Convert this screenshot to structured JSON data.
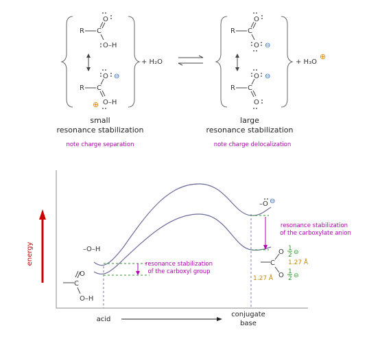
{
  "top": {
    "left_group": {
      "mol1": {
        "r": "R",
        "c": "C",
        "o_top": "O",
        "oh": "O–H"
      },
      "mol2": {
        "r": "R",
        "c": "C",
        "o_top": "O",
        "oh": "O–H",
        "minus": "⊖",
        "plus": "⊕"
      },
      "caption_line1": "small",
      "caption_line2": "resonance stabilization",
      "note": "note charge separation"
    },
    "plus_water": "+ H₂O",
    "plus_hydronium": "+ H₃O",
    "hydronium_charge": "⊕",
    "right_group": {
      "mol1": {
        "r": "R",
        "c": "C",
        "o_top": "O",
        "o_bottom": "O",
        "minus": "⊖"
      },
      "mol2": {
        "r": "R",
        "c": "C",
        "o_top": "O",
        "o_bottom": "O",
        "minus": "⊖"
      },
      "caption_line1": "large",
      "caption_line2": "resonance stabilization",
      "note": "note charge delocalization"
    }
  },
  "energy_diagram": {
    "y_axis_label": "energy",
    "x_label_left": "acid",
    "x_label_right_line1": "conjugate",
    "x_label_right_line2": "base",
    "left_species_label": "–O–H",
    "right_species_label": "–O",
    "right_species_charge": "⊖",
    "annotation_left_line1": "resonance stabilization",
    "annotation_left_line2": "of the carboxyl group",
    "annotation_right_line1": "resonance stabilization",
    "annotation_right_line2": "of the carboxylate anion",
    "acid_struct": {
      "o_top": "O",
      "c": "C",
      "oh": "O–H"
    },
    "anion_struct": {
      "c": "C",
      "o_top": "O",
      "o_bottom": "O",
      "half_top": "1",
      "half_bot": "2",
      "minus": "⊖",
      "bond1": "1.27 Å",
      "bond2": "1.27 Å"
    },
    "colors": {
      "curve": "#6a6a9a",
      "arrow": "#cc0000",
      "annotation": "#b000b0",
      "bond_length": "#c08a00",
      "half_charge": "#2a9a2a",
      "charge_minus": "#2060c0",
      "charge_plus": "#e08a00"
    }
  }
}
